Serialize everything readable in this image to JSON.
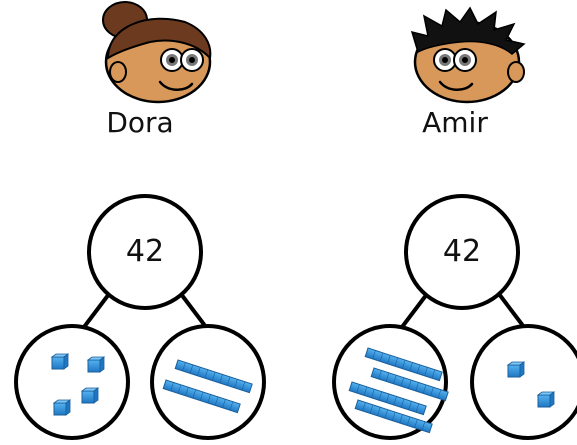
{
  "characters": [
    {
      "name": "Dora",
      "whole": "42",
      "left_part": {
        "ones": 4,
        "tens": 0
      },
      "right_part": {
        "ones": 0,
        "tens": 2
      }
    },
    {
      "name": "Amir",
      "whole": "42",
      "left_part": {
        "ones": 0,
        "tens": 4
      },
      "right_part": {
        "ones": 2,
        "tens": 0
      }
    }
  ],
  "colors": {
    "block_fill": "#2f8fd6",
    "block_dark": "#1a5f9c",
    "outline": "#000000",
    "skin": "#d8985a",
    "dora_hair": "#6b3a1f",
    "amir_hair": "#111111"
  }
}
